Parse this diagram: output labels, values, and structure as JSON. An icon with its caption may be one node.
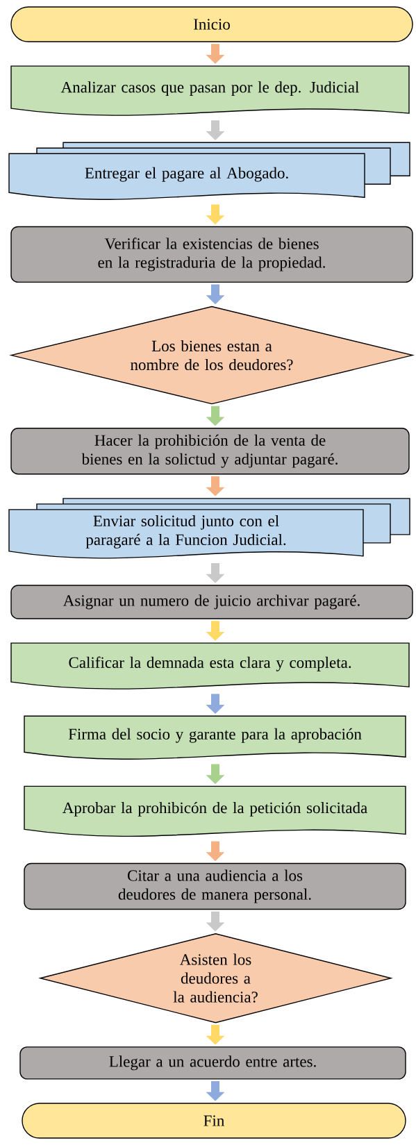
{
  "diagram": {
    "nodes": [
      {
        "text": [
          "Inicio"
        ]
      },
      {
        "text": [
          "Analizar casos que pasan por le dep. Judicial"
        ]
      },
      {
        "text": [
          "Entregar el pagare al Abogado."
        ]
      },
      {
        "text": [
          "Verificar la existencias de bienes en la registraduria de la propiedad."
        ]
      },
      {
        "text": [
          "Los bienes estan a nombre de los deudores?"
        ]
      },
      {
        "text": [
          "Hacer la prohibición de la venta de bienes en la solictud y adjuntar pagaré."
        ]
      },
      {
        "text": [
          "Enviar solicitud junto con el paragaré a la Funcion Judicial."
        ]
      },
      {
        "text": [
          "Asignar un numero de juicio archivar pagaré."
        ]
      },
      {
        "text": [
          "Calificar la demnada esta clara y completa."
        ]
      },
      {
        "text": [
          "Firma del socio y garante para la aprobación"
        ]
      },
      {
        "text": [
          "Aprobar la prohibicón de la petición solicitada"
        ]
      },
      {
        "text": [
          "Citar a una audiencia a los deudores de manera personal."
        ]
      },
      {
        "text": [
          "Asisten los deudores a la audiencia?"
        ]
      },
      {
        "text": [
          "Llegar a un acuerdo entre artes."
        ]
      },
      {
        "text": [
          "Fin"
        ]
      }
    ],
    "edges": [
      {
        "from": 0,
        "to": 1,
        "arrow": "to",
        "color": "#f4b183"
      },
      {
        "from": 1,
        "to": 2,
        "arrow": "to",
        "color": "#c9c9c9"
      },
      {
        "from": 2,
        "to": 3,
        "arrow": "to",
        "color": "#ffd966"
      },
      {
        "from": 3,
        "to": 4,
        "arrow": "to",
        "color": "#8faadc"
      },
      {
        "from": 4,
        "to": 5,
        "arrow": "to",
        "color": "#a9d18e"
      },
      {
        "from": 5,
        "to": 6,
        "arrow": "to",
        "color": "#f4b183"
      },
      {
        "from": 6,
        "to": 7,
        "arrow": "to",
        "color": "#c9c9c9"
      },
      {
        "from": 7,
        "to": 8,
        "arrow": "to",
        "color": "#ffd966"
      },
      {
        "from": 8,
        "to": 9,
        "arrow": "to",
        "color": "#8faadc"
      },
      {
        "from": 9,
        "to": 10,
        "arrow": "to",
        "color": "#a9d18e"
      },
      {
        "from": 10,
        "to": 11,
        "arrow": "to",
        "color": "#f4b183"
      },
      {
        "from": 11,
        "to": 12,
        "arrow": "to",
        "color": "#c9c9c9"
      },
      {
        "from": 12,
        "to": 13,
        "arrow": "to",
        "color": "#ffd966"
      },
      {
        "from": 13,
        "to": 14,
        "arrow": "to",
        "color": "#8faadc"
      }
    ]
  }
}
